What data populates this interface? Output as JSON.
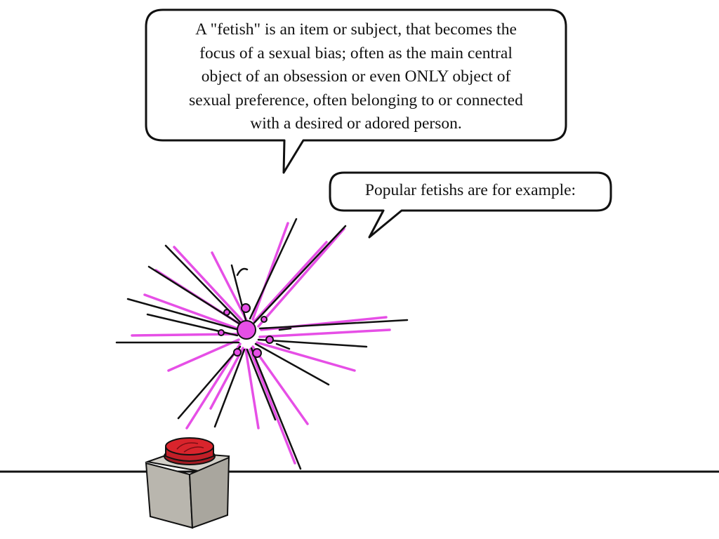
{
  "speech_bubble_main": {
    "lines": [
      "A \"fetish\" is an item or subject, that becomes the",
      "focus of a sexual bias; often as the main central",
      "object of an obsession or even ONLY object of",
      "sexual preference, often belonging to or connected",
      "with a desired or adored person."
    ]
  },
  "speech_bubble_secondary": {
    "text": "Popular fetishs are for example:"
  },
  "colors": {
    "ink": "#111111",
    "spark_pink": "#e64fe6",
    "button_red": "#d9242c",
    "box_gray": "#b9b6ae"
  },
  "icons": {
    "explosion": "sparkle-burst-icon",
    "button": "red-push-button-icon"
  }
}
